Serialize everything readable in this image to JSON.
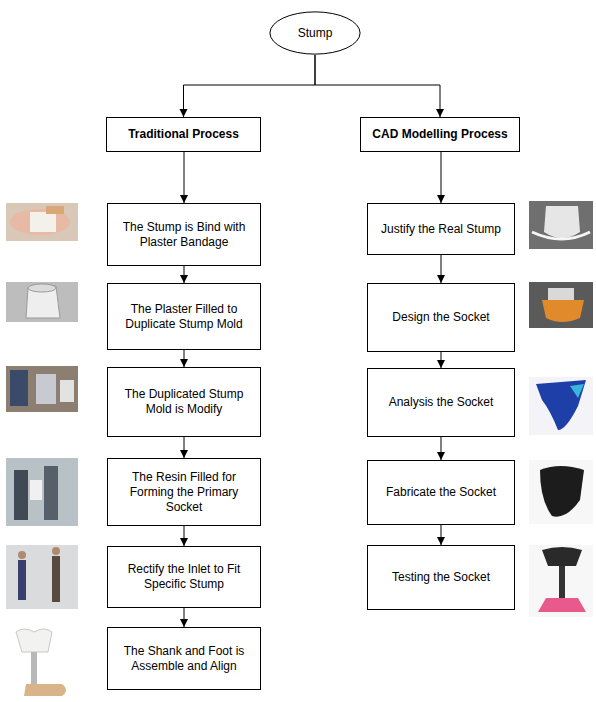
{
  "diagram": {
    "nodes": [
      {
        "text": [
          "Stump"
        ]
      },
      {
        "text": [
          "Traditional Process"
        ]
      },
      {
        "text": [
          "CAD Modelling Process"
        ]
      },
      {
        "text": [
          "The Stump is Bind with Plaster Bandage"
        ]
      },
      {
        "text": [
          "The Plaster Filled to Duplicate Stump Mold"
        ]
      },
      {
        "text": [
          "The Duplicated Stump Mold is Modify"
        ]
      },
      {
        "text": [
          "The Resin Filled for Forming the Primary Socket"
        ]
      },
      {
        "text": [
          "Rectify the Inlet to Fit Specific Stump"
        ]
      },
      {
        "text": [
          "The Shank and Foot is Assemble and Align"
        ]
      },
      {
        "text": [
          "Justify the Real Stump"
        ]
      },
      {
        "text": [
          "Design the Socket"
        ]
      },
      {
        "text": [
          "Analysis the Socket"
        ]
      },
      {
        "text": [
          "Fabricate the Socket"
        ]
      },
      {
        "text": [
          "Testing the Socket"
        ]
      }
    ],
    "edges": [
      {
        "from": 0,
        "to": 1,
        "arrow": "to"
      },
      {
        "from": 0,
        "to": 2,
        "arrow": "to"
      },
      {
        "from": 1,
        "to": 3,
        "arrow": "to"
      },
      {
        "from": 3,
        "to": 4,
        "arrow": "to"
      },
      {
        "from": 4,
        "to": 5,
        "arrow": "to"
      },
      {
        "from": 5,
        "to": 6,
        "arrow": "to"
      },
      {
        "from": 6,
        "to": 7,
        "arrow": "to"
      },
      {
        "from": 7,
        "to": 8,
        "arrow": "to"
      },
      {
        "from": 2,
        "to": 9,
        "arrow": "to"
      },
      {
        "from": 9,
        "to": 10,
        "arrow": "to"
      },
      {
        "from": 10,
        "to": 11,
        "arrow": "to"
      },
      {
        "from": 11,
        "to": 12,
        "arrow": "to"
      },
      {
        "from": 12,
        "to": 13,
        "arrow": "to"
      }
    ]
  }
}
